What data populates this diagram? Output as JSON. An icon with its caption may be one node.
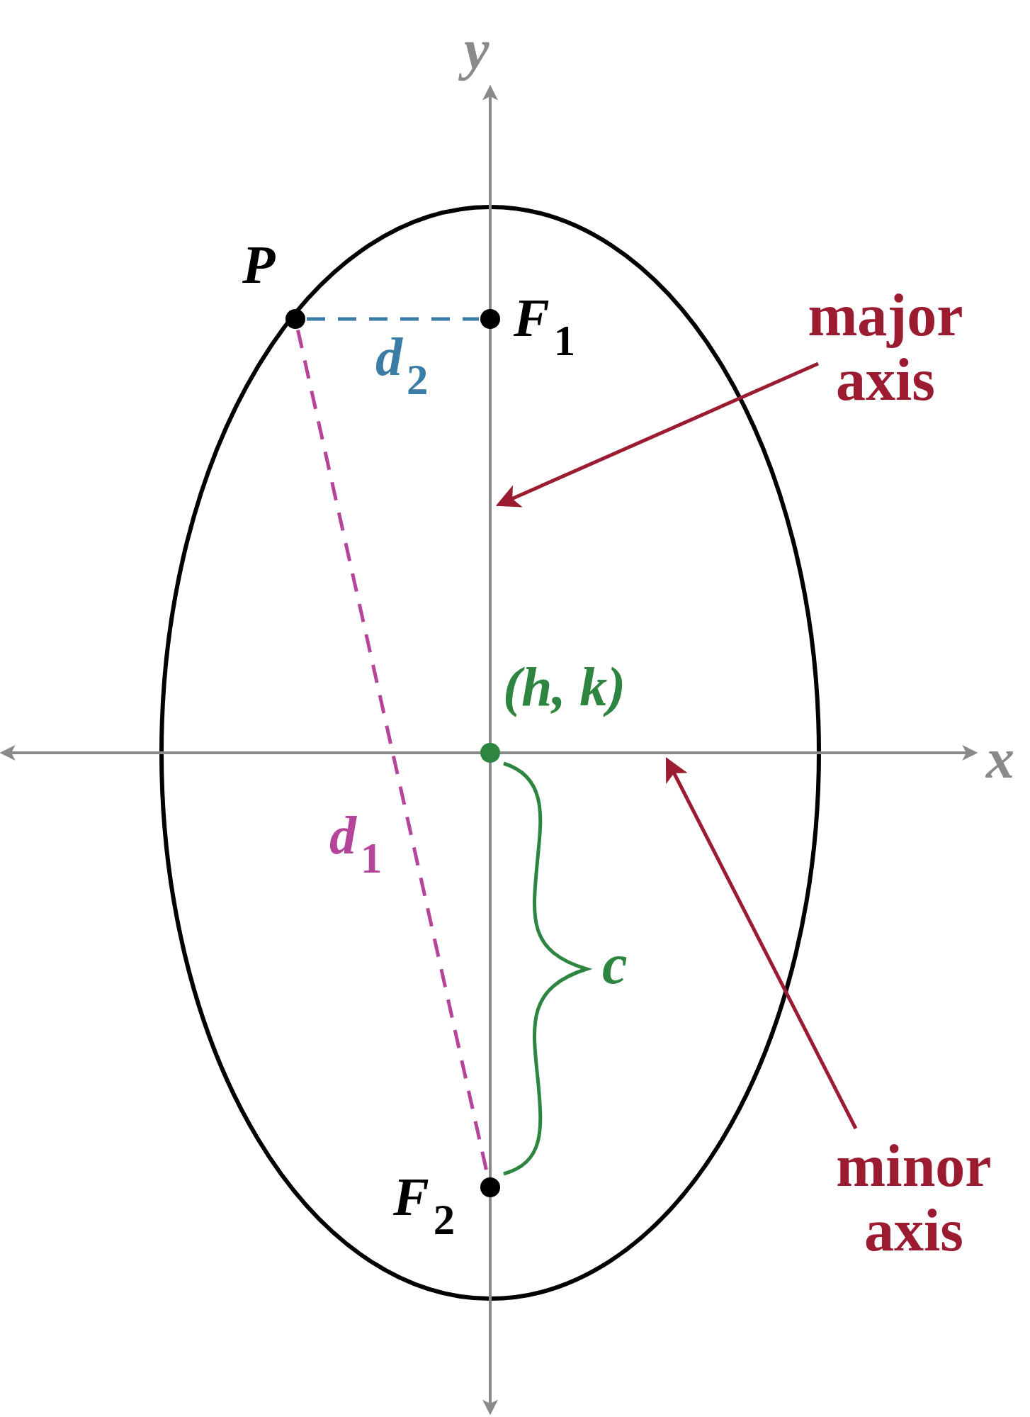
{
  "diagram": {
    "nodes": [
      {
        "text": [
          "P"
        ]
      },
      {
        "text": [
          "F$_{1}$"
        ]
      },
      {
        "text": [
          "F$_{2}$"
        ]
      },
      {
        "text": [
          "(h, k)"
        ]
      },
      {
        "text": [
          "major axis"
        ]
      },
      {
        "text": [
          "minor axis"
        ]
      },
      {
        "text": [],
        "shape": "line"
      },
      {
        "text": [],
        "shape": "line"
      }
    ],
    "edges": [
      {
        "from": 0,
        "to": 1,
        "arrow": "none",
        "label": "d$_{2}$",
        "style": "dashed",
        "color": "#3a7ca5"
      },
      {
        "from": 0,
        "to": 2,
        "arrow": "none",
        "label": "d$_{1}$",
        "style": "dashed",
        "color": "#b5459b"
      },
      {
        "from": 4,
        "to": 6,
        "arrow": "to",
        "color": "#9b1b30"
      },
      {
        "from": 5,
        "to": 7,
        "arrow": "to",
        "color": "#9b1b30"
      }
    ],
    "labels": [
      "y",
      "x",
      "c"
    ]
  }
}
